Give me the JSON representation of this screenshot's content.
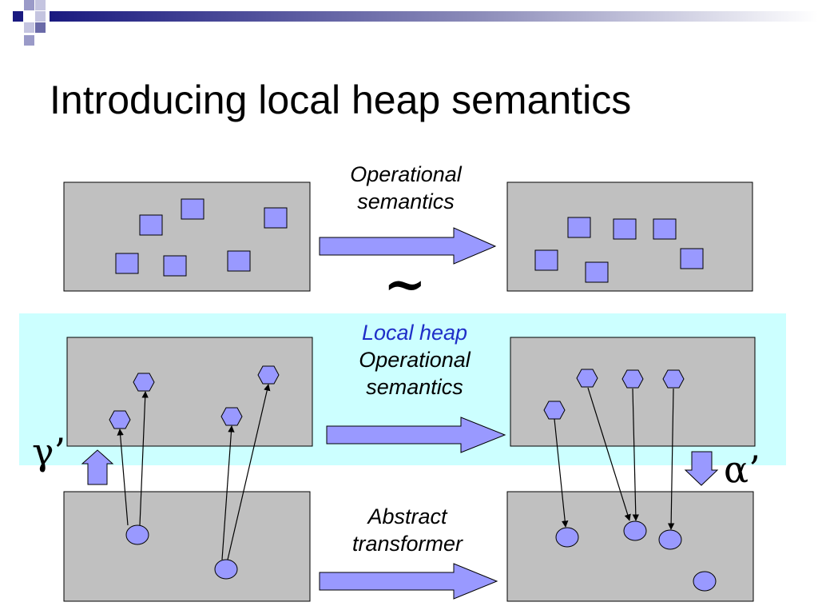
{
  "title": "Introducing local heap semantics",
  "labels": {
    "operational": [
      "Operational",
      "semantics"
    ],
    "local": [
      "Local heap",
      "Operational",
      "semantics"
    ],
    "abstract": [
      "Abstract",
      "transformer"
    ]
  },
  "symbols": {
    "tilde": "~",
    "gamma": "γ’",
    "alpha": "α’"
  },
  "colors": {
    "highlight_band": "#ccffff",
    "panel_fill": "#c0c0c0",
    "shape_fill": "#9999ff",
    "title_bar_gradient_start": "#1a1a80",
    "local_heap_text": "#1f2fc8"
  }
}
